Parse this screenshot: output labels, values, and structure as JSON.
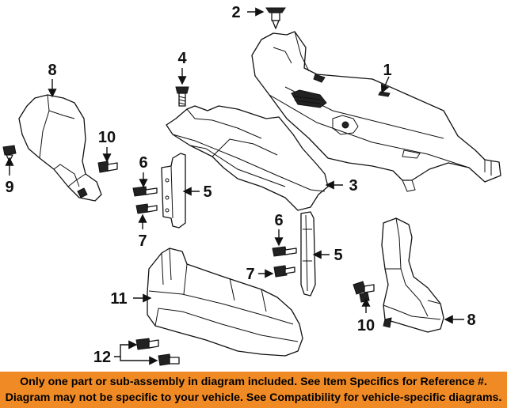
{
  "callouts": {
    "c1": "1",
    "c2": "2",
    "c3": "3",
    "c4": "4",
    "c5a": "5",
    "c5b": "5",
    "c6a": "6",
    "c6b": "6",
    "c7a": "7",
    "c7b": "7",
    "c8a": "8",
    "c8b": "8",
    "c9": "9",
    "c10a": "10",
    "c10b": "10",
    "c11": "11",
    "c12": "12"
  },
  "footer": {
    "line1": "Only one part or sub-assembly in diagram included. See Item Specifics for Reference #.",
    "line2": "Diagram may not be specific to your vehicle. See Compatibility for vehicle-specific diagrams."
  },
  "colors": {
    "footer_background": "#f08a24",
    "line_art": "#111111"
  }
}
